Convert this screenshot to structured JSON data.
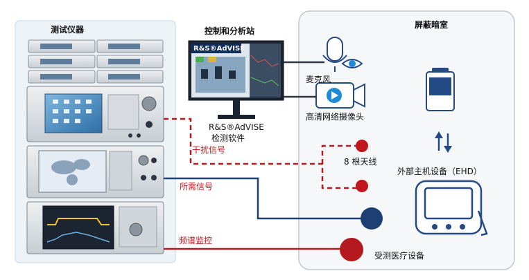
{
  "titles": {
    "test_instruments": "测试仪器",
    "control_station": "控制和分析站",
    "shielded_room": "屏蔽暗室"
  },
  "software": {
    "screen_brand": "R&S®AdVISE",
    "label_line1": "R&S®AdVISE",
    "label_line2": "检测软件"
  },
  "devices": {
    "microphone": "麦克风",
    "camera": "高清网络摄像头",
    "antennas": "8 根天线",
    "ehd": "外部主机设备（EHD）",
    "dut": "受测医疗设备"
  },
  "signals": {
    "interference": "干扰信号",
    "required": "所需信号",
    "spectrum": "频谱监控"
  },
  "colors": {
    "red": "#b3191e",
    "navy": "#1d3f73",
    "dark_line": "#2b3542",
    "icon_blue": "#244a86",
    "panel_bg": "#eef3f8",
    "room_bg": "#f6f7f9"
  }
}
